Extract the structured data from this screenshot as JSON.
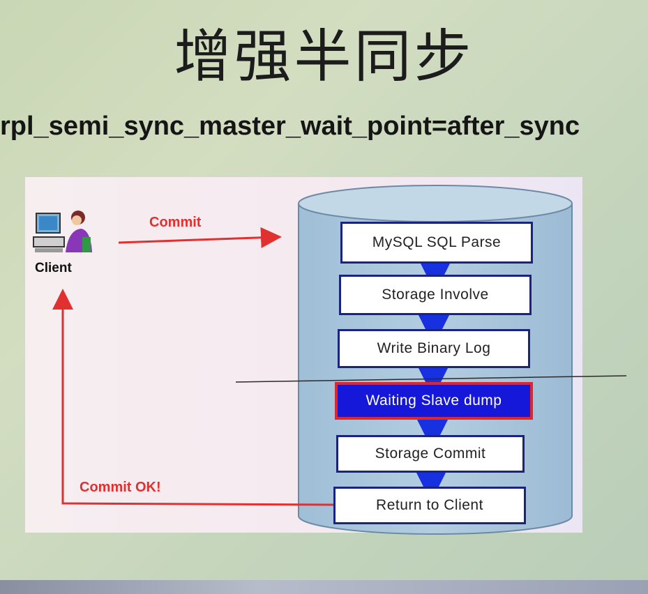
{
  "title": "增强半同步",
  "parameter": "rpl_semi_sync_master_wait_point=after_sync",
  "client": {
    "label": "Client",
    "icon": "client-computer-icon"
  },
  "arrows": {
    "commit_label": "Commit",
    "commit_ok_label": "Commit OK!"
  },
  "steps": [
    {
      "label": "MySQL SQL Parse",
      "highlighted": false
    },
    {
      "label": "Storage Involve",
      "highlighted": false
    },
    {
      "label": "Write Binary Log",
      "highlighted": false
    },
    {
      "label": "Waiting Slave dump",
      "highlighted": true
    },
    {
      "label": "Storage Commit",
      "highlighted": false
    },
    {
      "label": "Return to Client",
      "highlighted": false
    }
  ],
  "colors": {
    "arrow_red": "#e03030",
    "step_arrow_blue": "#1730e0",
    "cylinder_blue": "#a9c6dc",
    "highlight_fill": "#1518d8",
    "highlight_border": "#e0262b"
  }
}
